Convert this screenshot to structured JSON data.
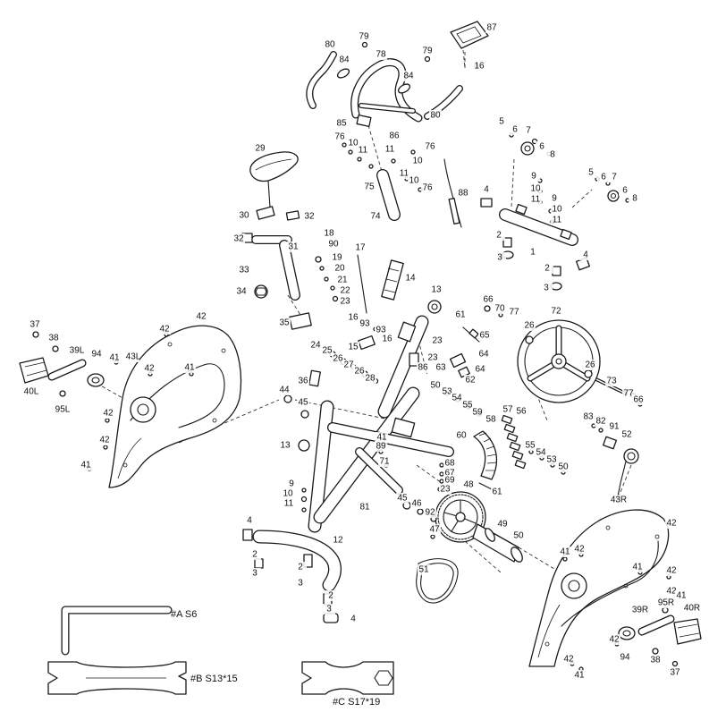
{
  "callouts": [
    "80",
    "79",
    "78",
    "79",
    "87",
    "84",
    "84",
    "16",
    "80",
    "85",
    "86",
    "76",
    "10",
    "11",
    "11",
    "76",
    "10",
    "11",
    "10",
    "76",
    "75",
    "74",
    "88",
    "5",
    "6",
    "7",
    "6",
    "8",
    "9",
    "10",
    "11",
    "9",
    "10",
    "11",
    "4",
    "5",
    "6",
    "7",
    "6",
    "8",
    "2",
    "1",
    "3",
    "4",
    "2",
    "3",
    "29",
    "30",
    "32",
    "32",
    "31",
    "33",
    "34",
    "18",
    "90",
    "19",
    "20",
    "21",
    "22",
    "23",
    "17",
    "14",
    "13",
    "35",
    "16",
    "93",
    "93",
    "15",
    "16",
    "24",
    "25",
    "26",
    "27",
    "26",
    "28",
    "86",
    "36",
    "66",
    "70",
    "77",
    "61",
    "65",
    "23",
    "64",
    "23",
    "63",
    "64",
    "62",
    "72",
    "26",
    "26",
    "73",
    "77",
    "66",
    "50",
    "53",
    "54",
    "55",
    "59",
    "57",
    "56",
    "58",
    "60",
    "55",
    "54",
    "53",
    "50",
    "68",
    "67",
    "69",
    "23",
    "61",
    "48",
    "83",
    "82",
    "91",
    "52",
    "44",
    "45",
    "13",
    "41",
    "89",
    "71",
    "9",
    "10",
    "11",
    "81",
    "45",
    "46",
    "92",
    "47",
    "49",
    "50",
    "4",
    "12",
    "2",
    "3",
    "2",
    "3",
    "2",
    "3",
    "4",
    "51",
    "37",
    "38",
    "39L",
    "94",
    "41",
    "43L",
    "42",
    "42",
    "42",
    "41",
    "40L",
    "95L",
    "42",
    "42",
    "41",
    "43R",
    "42",
    "41",
    "42",
    "41",
    "42",
    "42",
    "95R",
    "41",
    "39R",
    "40R",
    "42",
    "94",
    "42",
    "38",
    "37",
    "41"
  ],
  "tools": {
    "a_label": "#A S6",
    "b_label": "#B S13*15",
    "c_label": "#C S17*19"
  },
  "colors": {
    "line": "#1a1a1a",
    "background": "#ffffff"
  }
}
